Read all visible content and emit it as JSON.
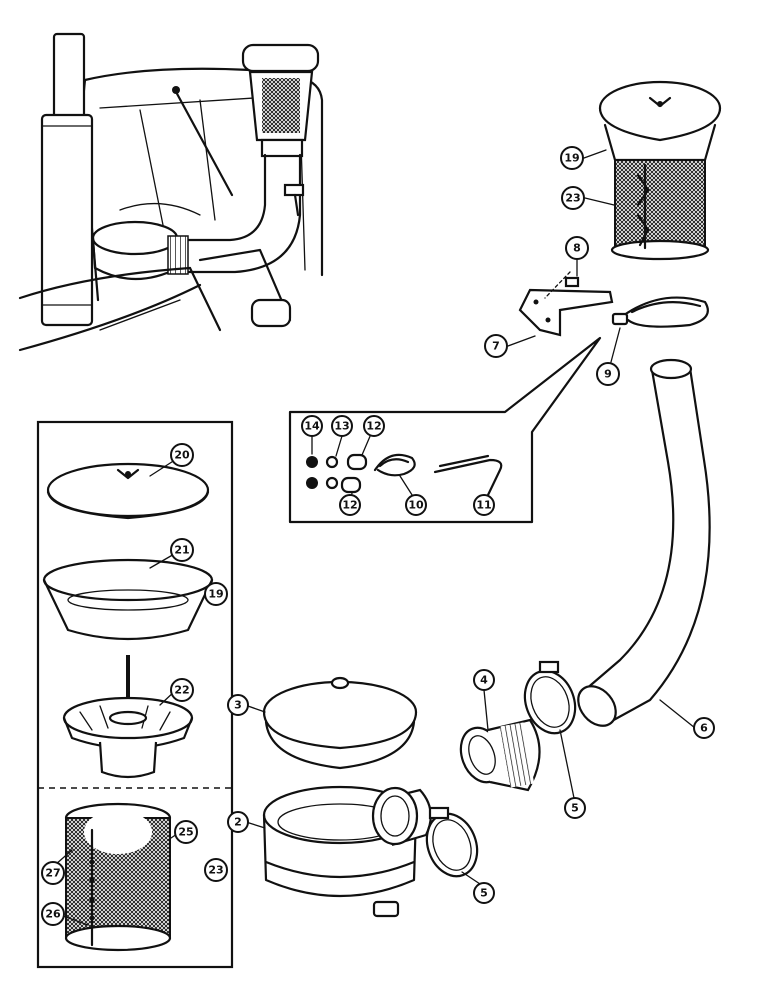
{
  "diagram": {
    "callouts": [
      {
        "id": "c19-top",
        "label": "19"
      },
      {
        "id": "c23-top",
        "label": "23"
      },
      {
        "id": "c8",
        "label": "8"
      },
      {
        "id": "c7",
        "label": "7"
      },
      {
        "id": "c9",
        "label": "9"
      },
      {
        "id": "c14",
        "label": "14"
      },
      {
        "id": "c13",
        "label": "13"
      },
      {
        "id": "c12-a",
        "label": "12"
      },
      {
        "id": "c12-b",
        "label": "12"
      },
      {
        "id": "c10",
        "label": "10"
      },
      {
        "id": "c11",
        "label": "11"
      },
      {
        "id": "c20",
        "label": "20"
      },
      {
        "id": "c21",
        "label": "21"
      },
      {
        "id": "c19-side",
        "label": "19"
      },
      {
        "id": "c22",
        "label": "22"
      },
      {
        "id": "c27",
        "label": "27"
      },
      {
        "id": "c25",
        "label": "25"
      },
      {
        "id": "c23-side",
        "label": "23"
      },
      {
        "id": "c26",
        "label": "26"
      },
      {
        "id": "c3",
        "label": "3"
      },
      {
        "id": "c2",
        "label": "2"
      },
      {
        "id": "c4",
        "label": "4"
      },
      {
        "id": "c5-a",
        "label": "5"
      },
      {
        "id": "c5-b",
        "label": "5"
      },
      {
        "id": "c6",
        "label": "6"
      }
    ]
  }
}
